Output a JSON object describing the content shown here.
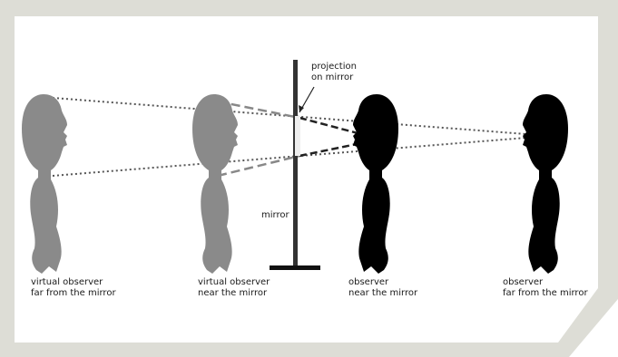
{
  "colors": {
    "frame": "#ddddd6",
    "paper": "#ffffff",
    "virtual_observer": "#8a8a8a",
    "real_observer": "#000000",
    "mirror": "#333333",
    "near_rays": "#777777"
  },
  "labels": {
    "projection": [
      "projection",
      "on mirror"
    ],
    "mirror": "mirror",
    "virtual_far": [
      "virtual observer",
      "far from the mirror"
    ],
    "virtual_near": [
      "virtual observer",
      "near the mirror"
    ],
    "observer_near": [
      "observer",
      "near the mirror"
    ],
    "observer_far": [
      "observer",
      "far from the mirror"
    ]
  },
  "figures": [
    {
      "name": "virtual-observer-far",
      "kind": "virtual",
      "facing": "right"
    },
    {
      "name": "virtual-observer-near",
      "kind": "virtual",
      "facing": "right"
    },
    {
      "name": "observer-near",
      "kind": "real",
      "facing": "left"
    },
    {
      "name": "observer-far",
      "kind": "real",
      "facing": "left"
    }
  ]
}
